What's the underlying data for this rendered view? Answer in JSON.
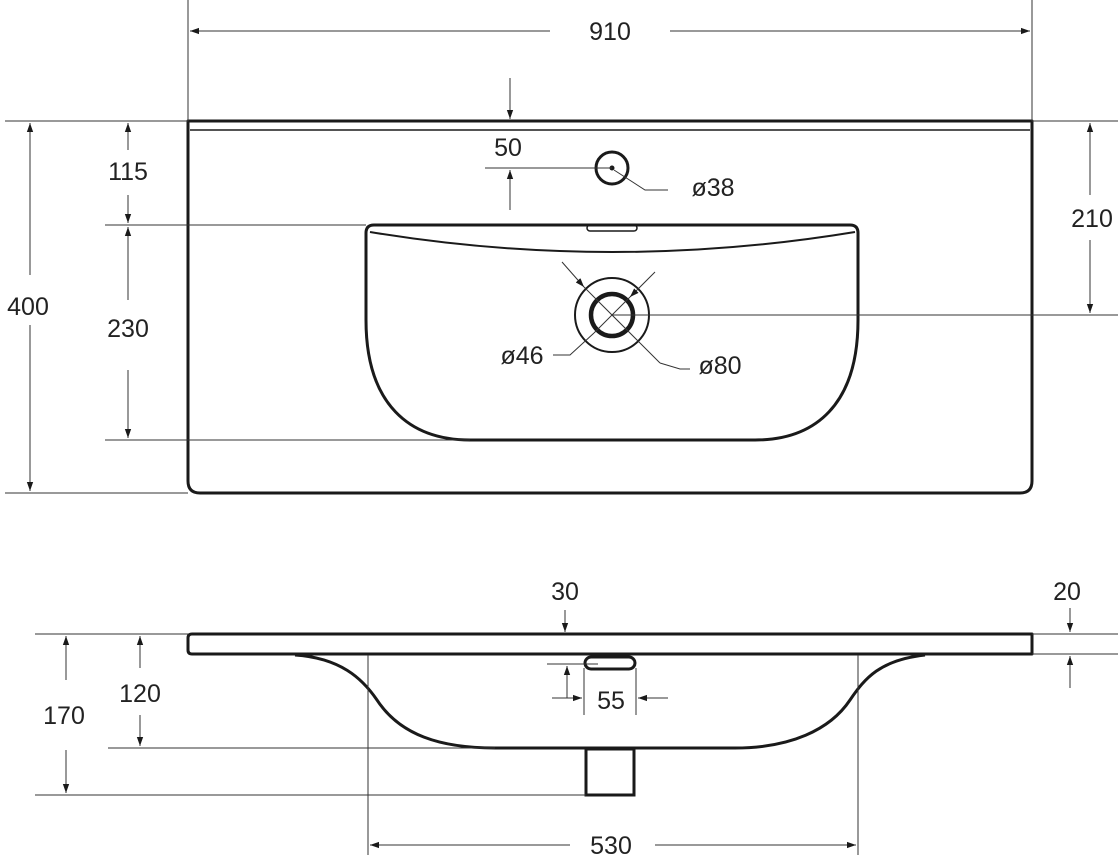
{
  "top_view": {
    "overall_width": "910",
    "overall_depth": "400",
    "tap_hole_offset": "50",
    "tap_hole_diameter": "ø38",
    "bowl_front_offset": "115",
    "bowl_depth": "230",
    "drain_offset": "210",
    "drain_inner_diameter": "ø46",
    "drain_outer_diameter": "ø80"
  },
  "side_view": {
    "top_offset": "30",
    "slab_thickness": "20",
    "overflow_width": "55",
    "bowl_height": "120",
    "total_height": "170",
    "bowl_width": "530"
  },
  "colors": {
    "line": "#1a1a1a",
    "background": "#ffffff"
  }
}
